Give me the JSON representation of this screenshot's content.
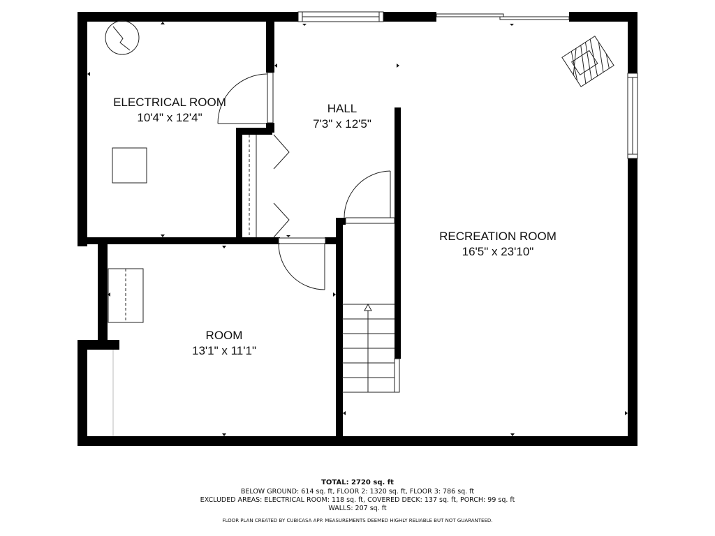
{
  "floor_plan": {
    "rooms": [
      {
        "name": "ELECTRICAL ROOM",
        "dimensions": "10'4\" x 12'4\""
      },
      {
        "name": "HALL",
        "dimensions": "7'3\" x 12'5\""
      },
      {
        "name": "RECREATION ROOM",
        "dimensions": "16'5\" x 23'10\""
      },
      {
        "name": "ROOM",
        "dimensions": "13'1\" x 11'1\""
      }
    ],
    "fixtures": [
      "water-heater",
      "electrical-panel",
      "fireplace",
      "stairs-up",
      "closet",
      "bifold-doors"
    ],
    "colors": {
      "wall": "#000000",
      "background": "#ffffff",
      "line": "#222222"
    }
  },
  "summary": {
    "total": "TOTAL: 2720 sq. ft",
    "below_ground": "BELOW GROUND: 614 sq. ft, FLOOR 2: 1320 sq. ft, FLOOR 3: 786 sq. ft",
    "excluded": "EXCLUDED AREAS: ELECTRICAL ROOM: 118 sq. ft, COVERED DECK: 137 sq. ft, PORCH: 99 sq. ft",
    "walls": "WALLS: 207 sq. ft",
    "credit": "FLOOR PLAN CREATED BY CUBICASA APP. MEASUREMENTS DEEMED HIGHLY RELIABLE BUT NOT GUARANTEED."
  }
}
